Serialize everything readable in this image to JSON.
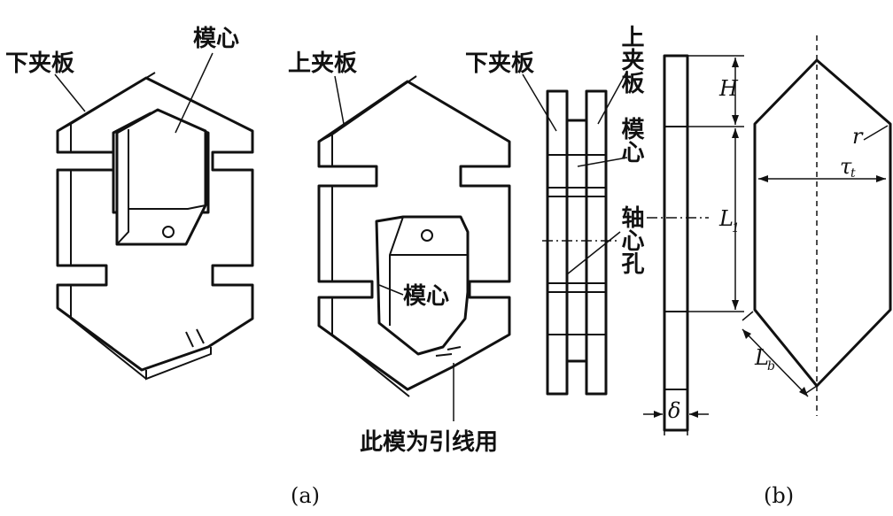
{
  "labels": {
    "lower_plate_left": "下夹板",
    "core_left": "模心",
    "upper_plate_mid": "上夹板",
    "core_mid": "模心",
    "lead_note": "此模为引线用",
    "lower_plate_side": "下夹板",
    "upper_plate_side": "上夹板",
    "core_side": "模心",
    "axis_hole": "轴心孔"
  },
  "captions": {
    "a": "(a)",
    "b": "(b)"
  },
  "symbols": {
    "H": "H",
    "L1": "L",
    "L1_sub": "1",
    "Lb": "L",
    "Lb_sub": "b",
    "delta": "δ",
    "r": "r",
    "tau": "τ",
    "tau_sub": "t"
  }
}
